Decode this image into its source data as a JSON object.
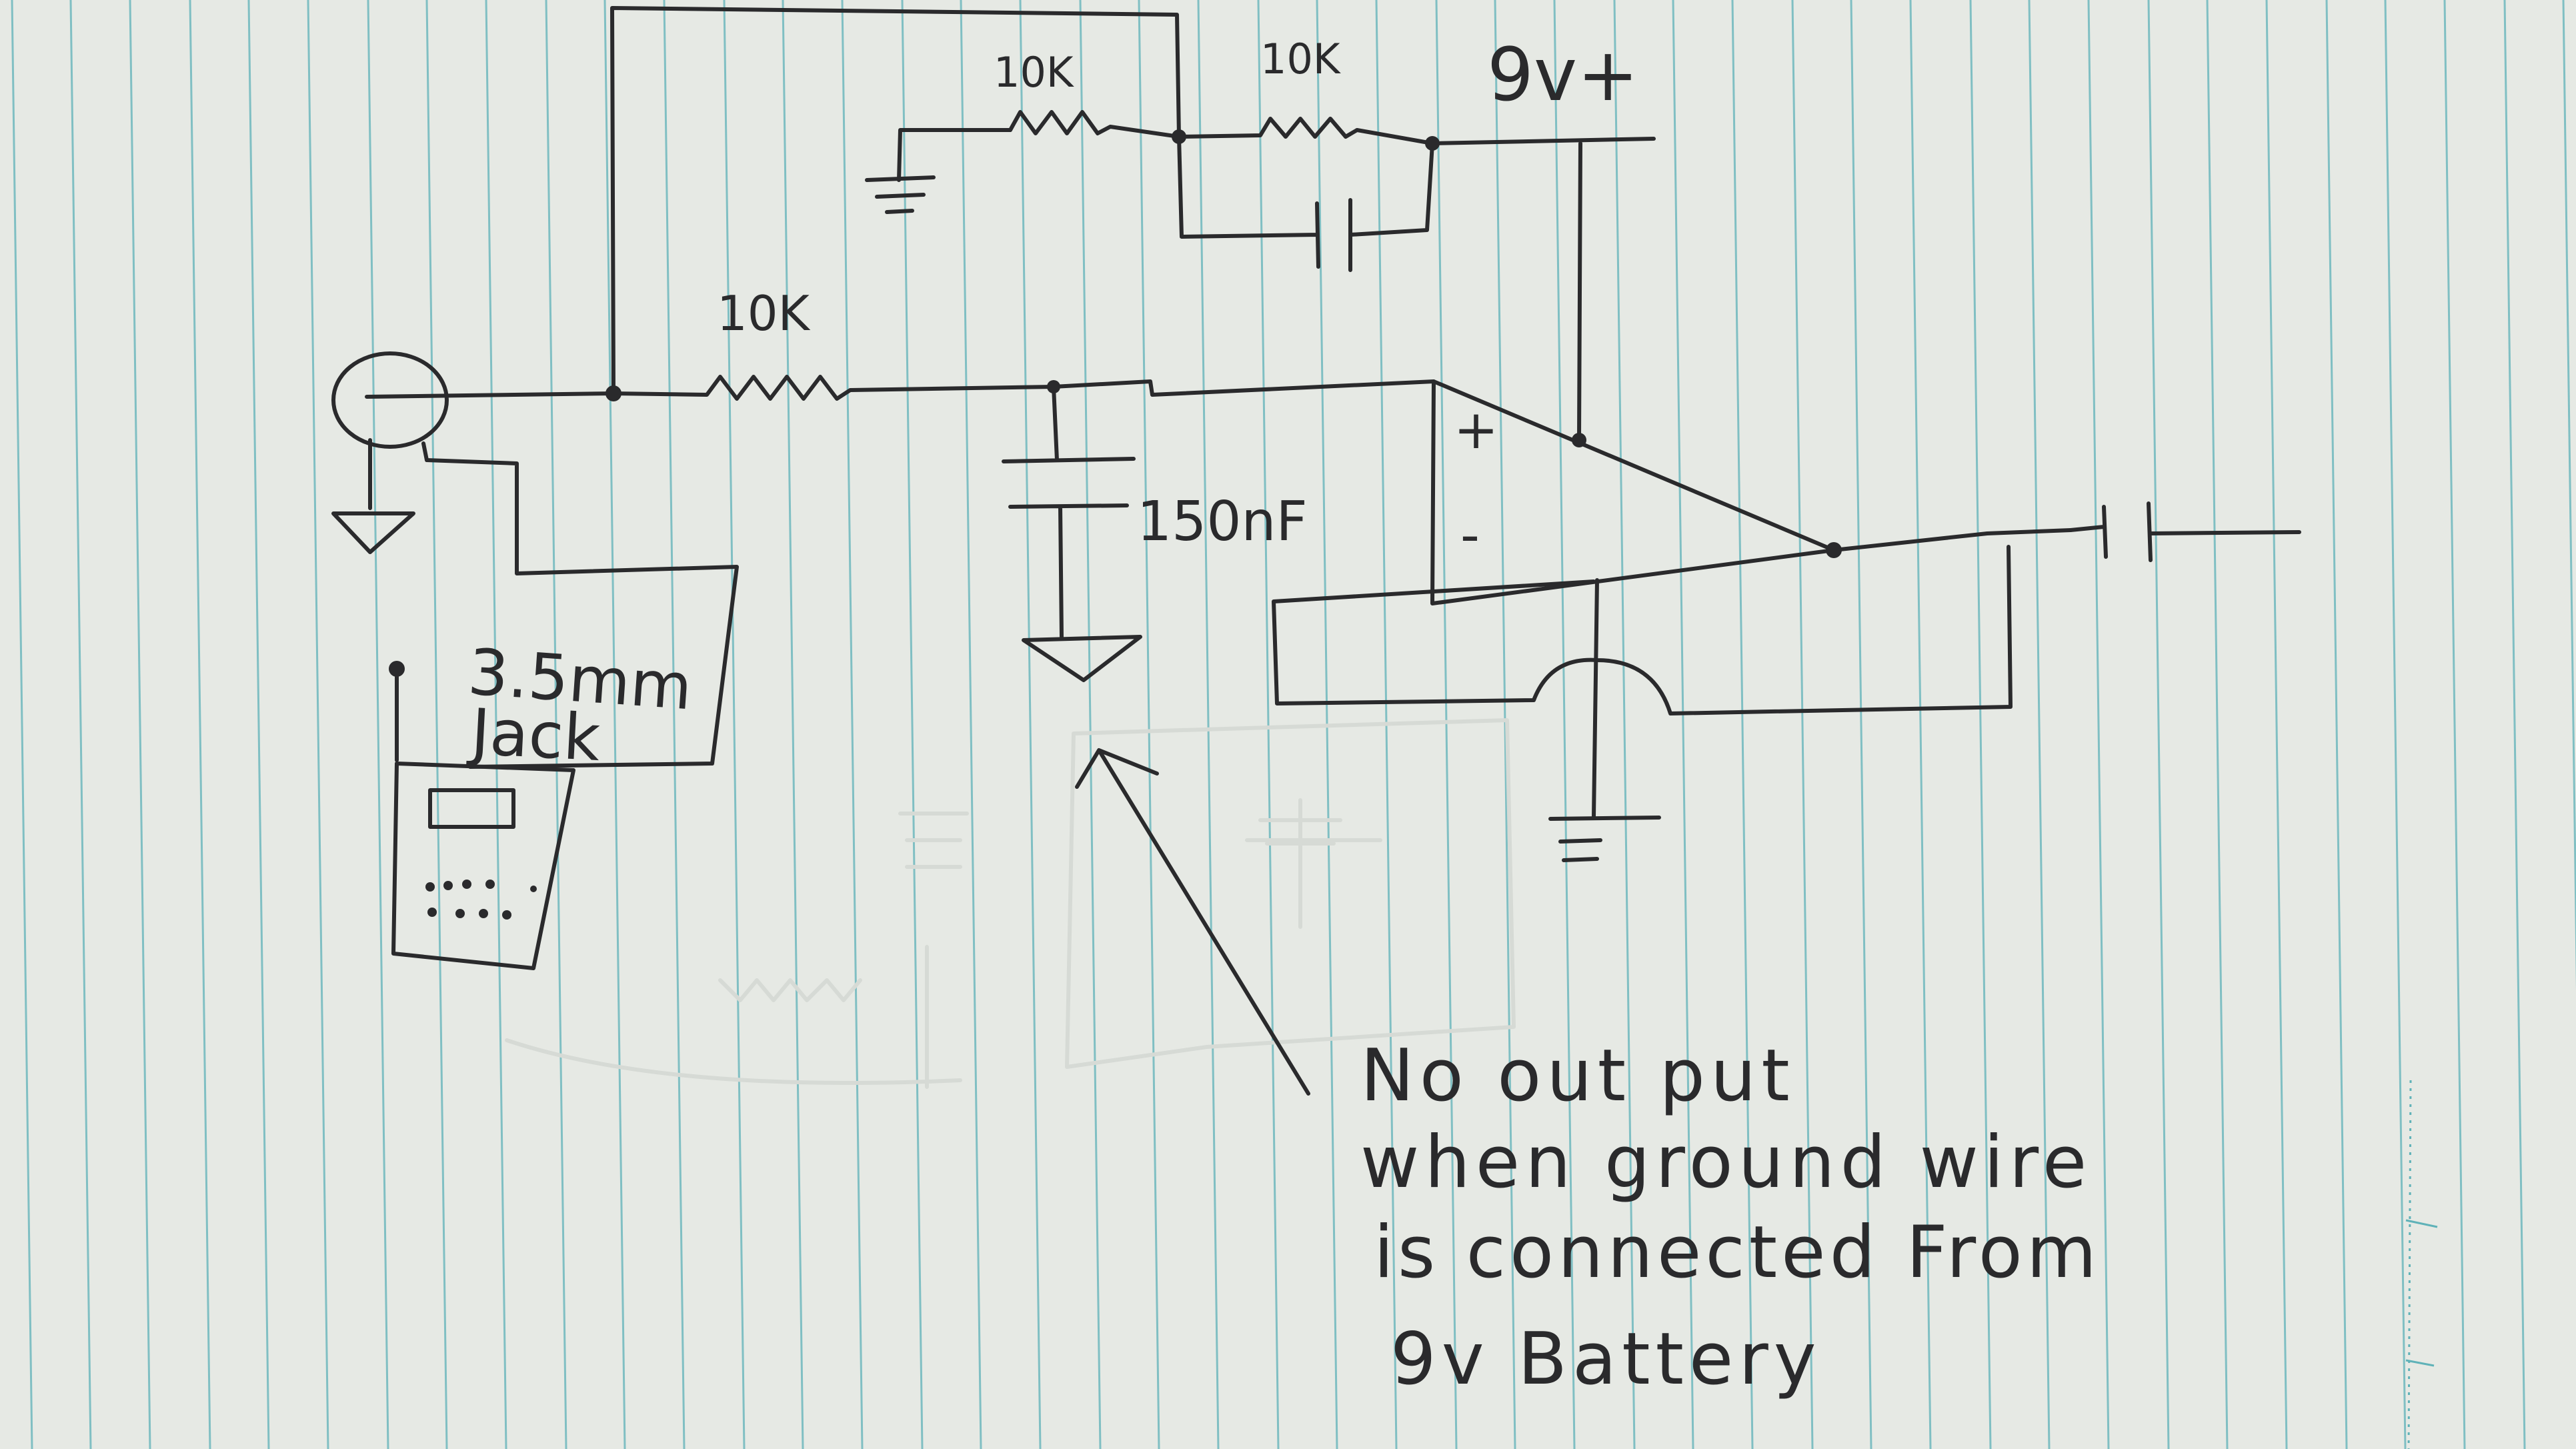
{
  "paper": {
    "background": "#e6e9e4",
    "rule_color": "#5fb2b8",
    "ink_color": "#2a2a2c"
  },
  "labels": {
    "r_top_left": "10K",
    "r_top_right": "10K",
    "r_input": "10K",
    "supply": "9v+",
    "cap_value": "150nF",
    "opamp_plus": "+",
    "opamp_minus": "-",
    "jack_line1": "3.5mm",
    "jack_line2": "Jack"
  },
  "note": {
    "line1": "No out put",
    "line2": "when ground wire",
    "line3": "is connected From",
    "line4": "9v Battery"
  }
}
